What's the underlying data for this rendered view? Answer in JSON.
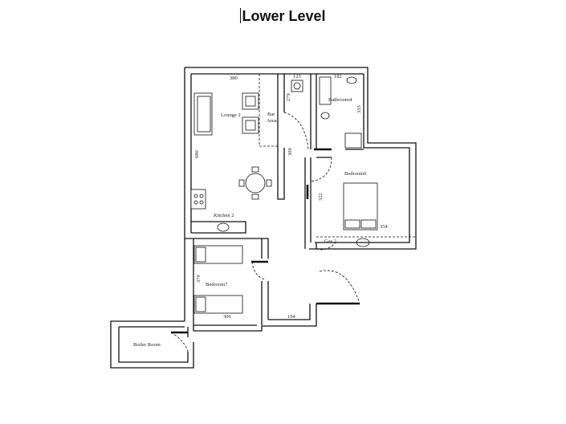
{
  "title": "Lower Level",
  "rooms": {
    "lounge": "Lounge 2",
    "bar_area_1": "Bar",
    "bar_area_2": "Area",
    "bathroom": "Bathroom4",
    "bedroom_6": "Bedroom6",
    "kitchen": "Kitchen 2",
    "bedroom_7": "Bedroom7",
    "gas": "Gas 2",
    "boiler_room": "Boiler Room"
  },
  "dimensions": {
    "d380": "380",
    "d123": "123",
    "d182": "182",
    "d279": "279",
    "d333": "333",
    "d680": "680",
    "d309": "309",
    "d322": "322",
    "d354": "354",
    "d370": "370",
    "d306": "306",
    "d194": "194"
  }
}
